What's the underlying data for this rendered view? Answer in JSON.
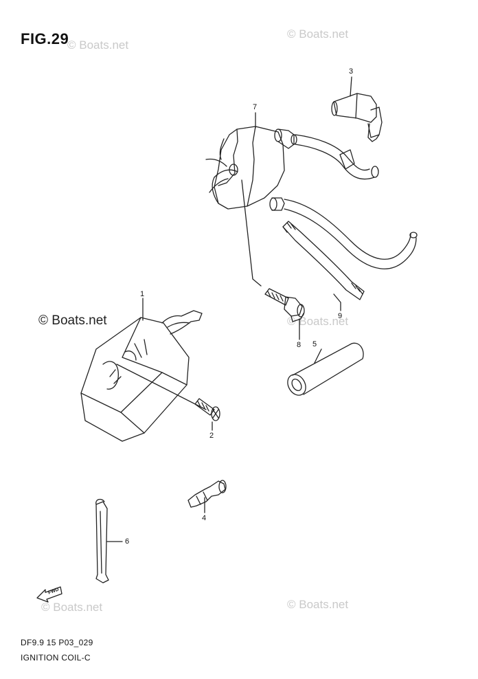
{
  "figure": {
    "title": "FIG.29"
  },
  "watermarks": {
    "light": "© Boats.net",
    "dark": "© Boats.net"
  },
  "callouts": [
    {
      "id": "1",
      "label": "1"
    },
    {
      "id": "2",
      "label": "2"
    },
    {
      "id": "3",
      "label": "3"
    },
    {
      "id": "4",
      "label": "4"
    },
    {
      "id": "5",
      "label": "5"
    },
    {
      "id": "6",
      "label": "6"
    },
    {
      "id": "7",
      "label": "7"
    },
    {
      "id": "8",
      "label": "8"
    },
    {
      "id": "9",
      "label": "9"
    }
  ],
  "direction_badge": {
    "label": "FWD"
  },
  "footer": {
    "code": "DF9.9 15 P03_029",
    "caption": "IGNITION COIL-C"
  },
  "colors": {
    "line": "#222222",
    "watermark": "#c9c9c9"
  }
}
